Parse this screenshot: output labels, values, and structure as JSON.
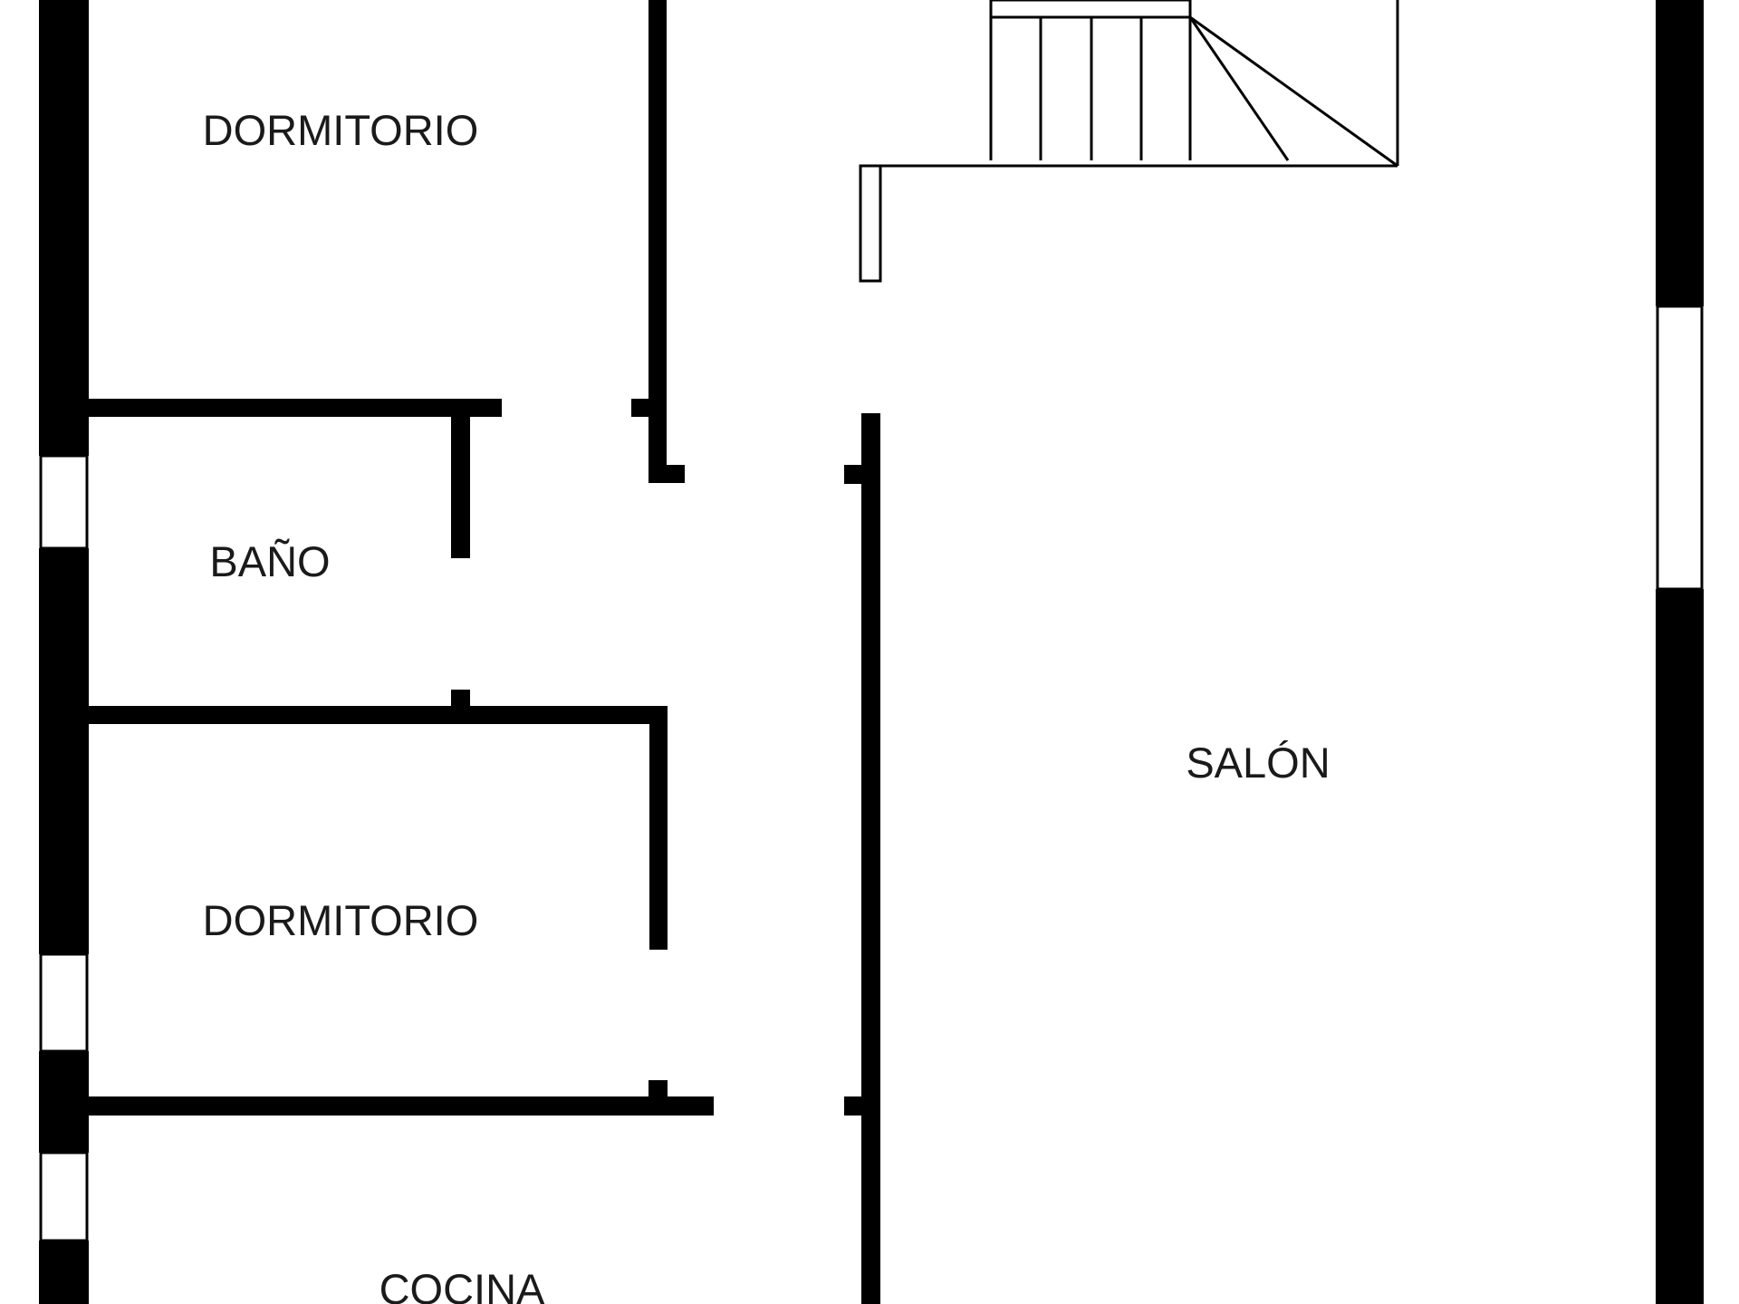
{
  "floor_plan": {
    "rooms": {
      "dormitorio_top": "DORMITORIO",
      "bano": "BAÑO",
      "dormitorio_middle": "DORMITORIO",
      "cocina": "COCINA",
      "salon": "SALÓN"
    },
    "colors": {
      "wall": "#000000",
      "background": "#ffffff",
      "label": "#1a1a1a"
    }
  }
}
